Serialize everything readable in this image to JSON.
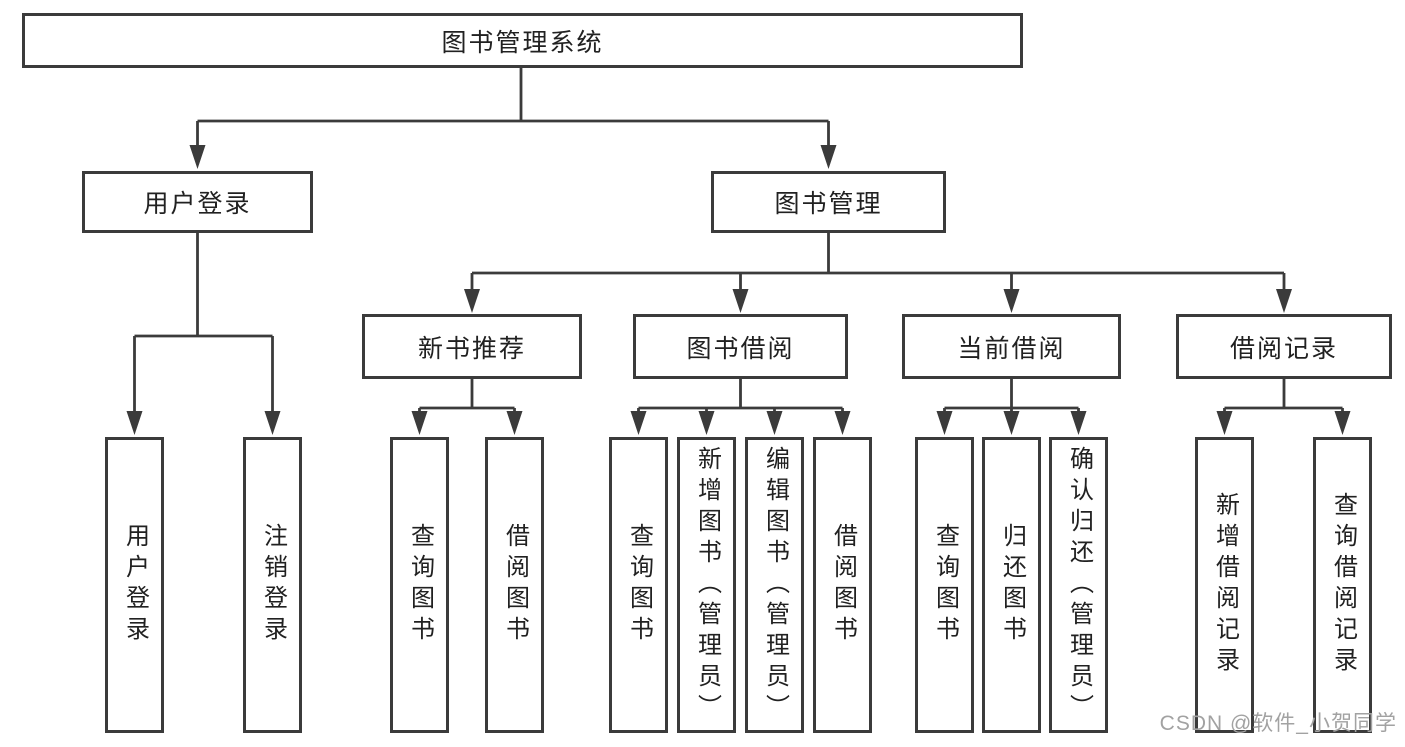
{
  "diagram": {
    "root": {
      "label": "图书管理系统"
    },
    "branches": [
      {
        "label": "用户登录",
        "children": [
          {
            "label": "用户登录"
          },
          {
            "label": "注销登录"
          }
        ]
      },
      {
        "label": "图书管理",
        "children": [
          {
            "label": "新书推荐",
            "children": [
              {
                "label": "查询图书"
              },
              {
                "label": "借阅图书"
              }
            ]
          },
          {
            "label": "图书借阅",
            "children": [
              {
                "label": "查询图书"
              },
              {
                "label": "新增图书（管理员）"
              },
              {
                "label": "编辑图书（管理员）"
              },
              {
                "label": "借阅图书"
              }
            ]
          },
          {
            "label": "当前借阅",
            "children": [
              {
                "label": "查询图书"
              },
              {
                "label": "归还图书"
              },
              {
                "label": "确认归还（管理员）"
              }
            ]
          },
          {
            "label": "借阅记录",
            "children": [
              {
                "label": "新增借阅记录"
              },
              {
                "label": "查询借阅记录"
              }
            ]
          }
        ]
      }
    ]
  },
  "watermark": "CSDN @软件_小贺同学",
  "colors": {
    "line": "#3b3b3b",
    "text": "#212121",
    "watermark": "#a2a2a2",
    "background": "#ffffff"
  }
}
